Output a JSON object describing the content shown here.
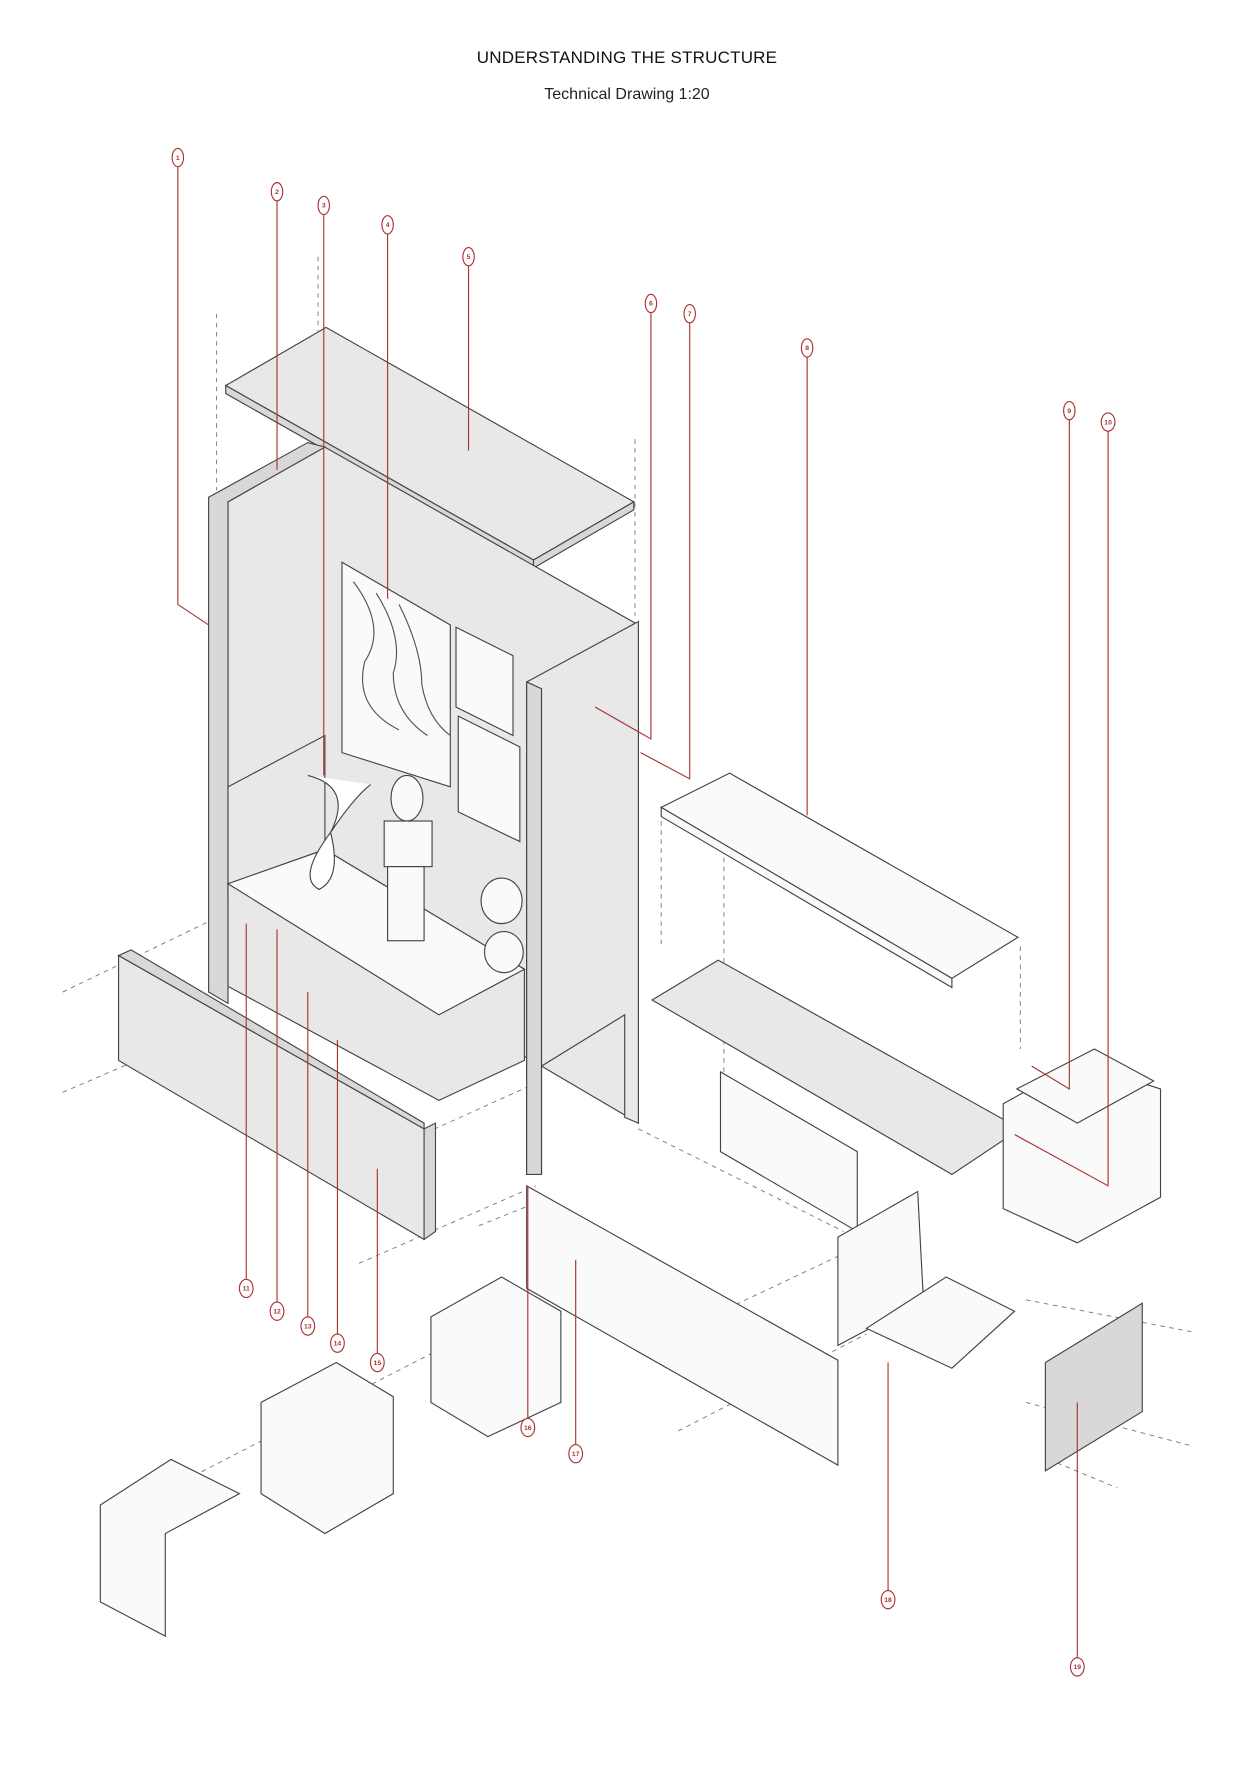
{
  "header": {
    "title": "UNDERSTANDING THE STRUCTURE",
    "subtitle": "Technical Drawing 1:20"
  },
  "callouts": [
    "1",
    "2",
    "3",
    "4",
    "5",
    "6",
    "7",
    "8",
    "9",
    "10",
    "11",
    "12",
    "13",
    "14",
    "15",
    "16",
    "17",
    "18",
    "19"
  ],
  "colors": {
    "callout": "#a33333",
    "panel": "#e8e8e8",
    "line": "#444444"
  }
}
